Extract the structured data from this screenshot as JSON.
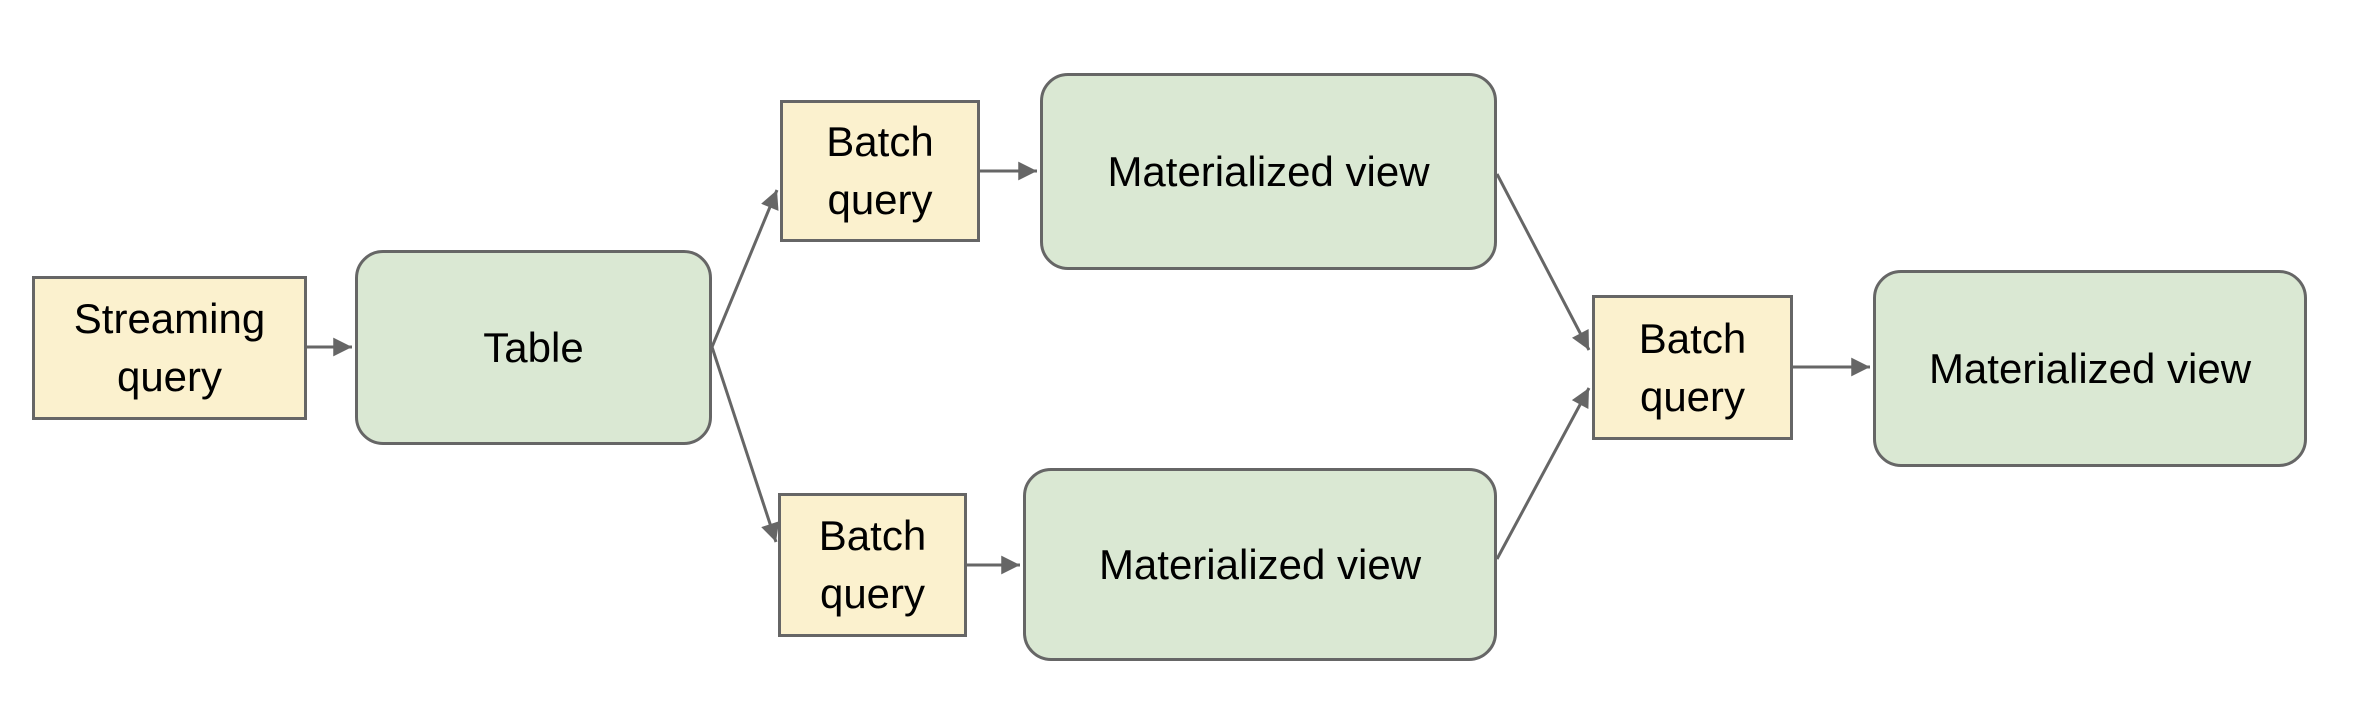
{
  "diagram": {
    "type": "flowchart",
    "background": "#ffffff",
    "colors": {
      "query_node_fill": "#fbf1ce",
      "view_node_fill": "#dae8d3",
      "node_border": "#666666",
      "arrow": "#666666",
      "label_text": "#000000"
    },
    "nodes": [
      {
        "id": "streaming-query",
        "label": "Streaming query",
        "kind": "query"
      },
      {
        "id": "table",
        "label": "Table",
        "kind": "view"
      },
      {
        "id": "batch-query-top",
        "label": "Batch query",
        "kind": "query"
      },
      {
        "id": "materialized-view-top",
        "label": "Materialized view",
        "kind": "view"
      },
      {
        "id": "batch-query-bottom",
        "label": "Batch query",
        "kind": "query"
      },
      {
        "id": "materialized-view-bottom",
        "label": "Materialized view",
        "kind": "view"
      },
      {
        "id": "batch-query-right",
        "label": "Batch query",
        "kind": "query"
      },
      {
        "id": "materialized-view-right",
        "label": "Materialized view",
        "kind": "view"
      }
    ],
    "edges": [
      {
        "from": "streaming-query",
        "to": "table"
      },
      {
        "from": "table",
        "to": "batch-query-top"
      },
      {
        "from": "table",
        "to": "batch-query-bottom"
      },
      {
        "from": "batch-query-top",
        "to": "materialized-view-top"
      },
      {
        "from": "batch-query-bottom",
        "to": "materialized-view-bottom"
      },
      {
        "from": "materialized-view-top",
        "to": "batch-query-right"
      },
      {
        "from": "materialized-view-bottom",
        "to": "batch-query-right"
      },
      {
        "from": "batch-query-right",
        "to": "materialized-view-right"
      }
    ]
  }
}
